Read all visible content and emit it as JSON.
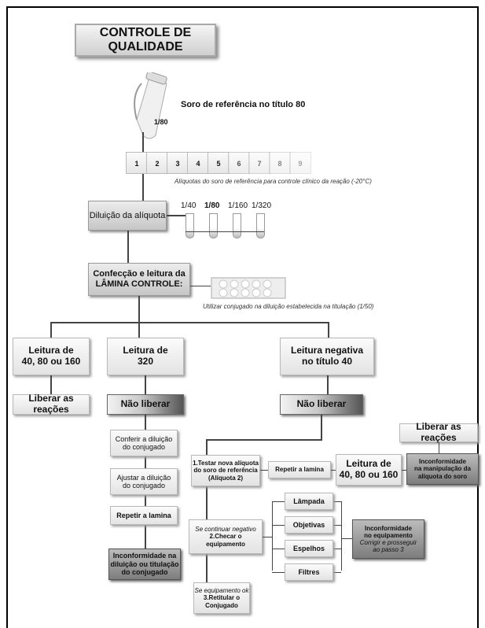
{
  "title": "CONTROLE DE QUALIDADE",
  "serum_dilution": "1/80",
  "serum_label": "Soro de referência no título 80",
  "aliquots": [
    "1",
    "2",
    "3",
    "4",
    "5",
    "6",
    "7",
    "8",
    "9"
  ],
  "aliquots_caption": "Alíquotas do soro de referência para controle clínico da reação (-20°C)",
  "dilution_box": "Diluição da alíquota",
  "dilutions": [
    "1/40",
    "1/80",
    "1/160",
    "1/320"
  ],
  "confeccao_line1": "Confecção e leitura da",
  "confeccao_line2": "LÂMINA CONTROLE:",
  "conjugado_caption": "Utilizar conjugado na diluição estabelecida na titulação (1/50)",
  "leitura_a_1": "Leitura de",
  "leitura_a_2": "40, 80 ou 160",
  "leitura_b_1": "Leitura de",
  "leitura_b_2": "320",
  "leitura_c_1": "Leitura negativa",
  "leitura_c_2": "no título 40",
  "liberar_1": "Liberar as reações",
  "nao_liberar_1": "Não liberar",
  "nao_liberar_2": "Não liberar",
  "conferir_1": "Conferir a diluição",
  "conferir_2": "do conjugado",
  "ajustar_1": "Ajustar a diluição",
  "ajustar_2": "do conjugado",
  "repetir_1": "Repetir a lamina",
  "inconf_conj_1": "Inconformidade na",
  "inconf_conj_2": "diluição ou titulação",
  "inconf_conj_3": "do conjugado",
  "testar_1": "1.Testar nova alíquota",
  "testar_2": "do soro de referência",
  "testar_3": "(Alíquota 2)",
  "repetir_2": "Repetir a lamina",
  "leitura_d_1": "Leitura de",
  "leitura_d_2": "40, 80 ou 160",
  "liberar_2": "Liberar as reações",
  "inconf_soro_1": "Inconformidade",
  "inconf_soro_2": "na manipulação da",
  "inconf_soro_3": "alíquota do soro",
  "checar_0": "Se continuar negativo",
  "checar_1": "2.Checar o",
  "checar_2": "equipamento",
  "equip_items": [
    "Lâmpada",
    "Objetivas",
    "Espelhos",
    "Filtres"
  ],
  "inconf_eq_1": "Inconformidade",
  "inconf_eq_2": "no equipamento",
  "inconf_eq_3": "Corrigir e prosseguir",
  "inconf_eq_4": "ao passo 3",
  "retitular_0": "Se equipamento ok",
  "retitular_1": "3.Retitular o",
  "retitular_2": "Conjugado"
}
